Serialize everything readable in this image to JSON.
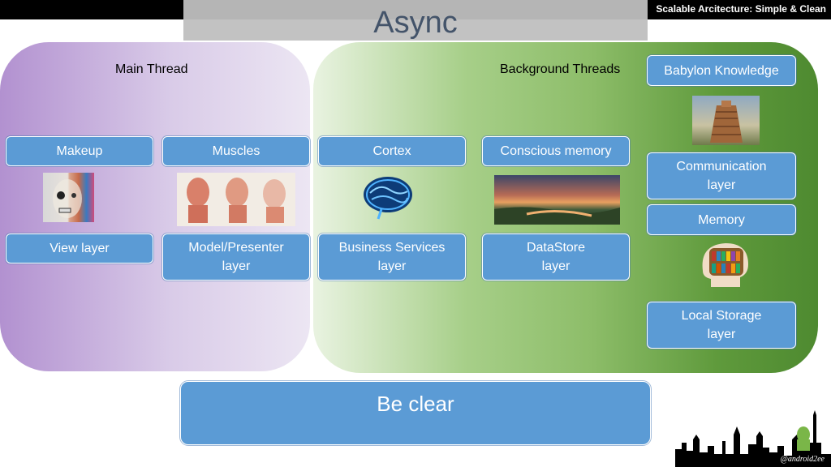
{
  "header": {
    "slide_title": "Async",
    "deck_title": "Scalable Arcitecture: Simple & Clean"
  },
  "regions": {
    "main_thread": "Main Thread",
    "background_threads": "Background Threads"
  },
  "boxes": {
    "makeup": "Makeup",
    "muscles": "Muscles",
    "cortex": "Cortex",
    "conscious_memory": "Conscious memory",
    "view_layer": "View layer",
    "model_presenter_layer": "Model/Presenter\nlayer",
    "business_services_layer": "Business Services\nlayer",
    "datastore_layer": "DataStore\nlayer",
    "babylon_knowledge": "Babylon Knowledge",
    "communication_layer": "Communication\nlayer",
    "memory": "Memory",
    "local_storage_layer": "Local Storage\nlayer"
  },
  "footer": {
    "banner": "Be clear",
    "handle": "@android2ee"
  },
  "colors": {
    "box_fill": "#5b9bd5",
    "main_region": "#b291d0",
    "background_region": "#5f9a3c",
    "title_text": "#44546a"
  },
  "images": {
    "makeup": "half-skull-face-image",
    "muscles": "muscle-anatomy-image",
    "cortex": "glowing-brain-image",
    "conscious_memory": "sunset-landscape-image",
    "babylon_knowledge": "tower-of-babel-image",
    "memory": "bookshelf-head-image"
  }
}
